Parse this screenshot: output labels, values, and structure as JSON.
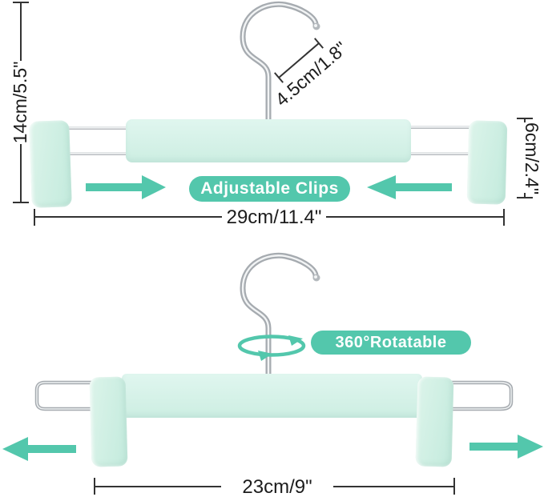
{
  "image_type": "product-dimension-diagram",
  "subject": "pants hanger with clips",
  "colors": {
    "accent": "#53c7ac",
    "bar_top": "#e0f6ef",
    "bar_bottom": "#cdeee2",
    "clip_top": "#dcf4ea",
    "clip_bottom": "#c7ecdf",
    "metal": "#a6abb0",
    "metal_light": "#f2f4f5",
    "dim_line": "#333333",
    "text": "#1c1c1c",
    "background": "#ffffff"
  },
  "top_hanger": {
    "height_dimension": "14cm/5.5\"",
    "hook_dimension": "4.5cm/1.8\"",
    "clip_dimension": "6cm/2.4\"",
    "width_dimension": "29cm/11.4\"",
    "badge_label": "Adjustable Clips"
  },
  "bottom_hanger": {
    "badge_label": "360°Rotatable",
    "width_dimension": "23cm/9\""
  }
}
